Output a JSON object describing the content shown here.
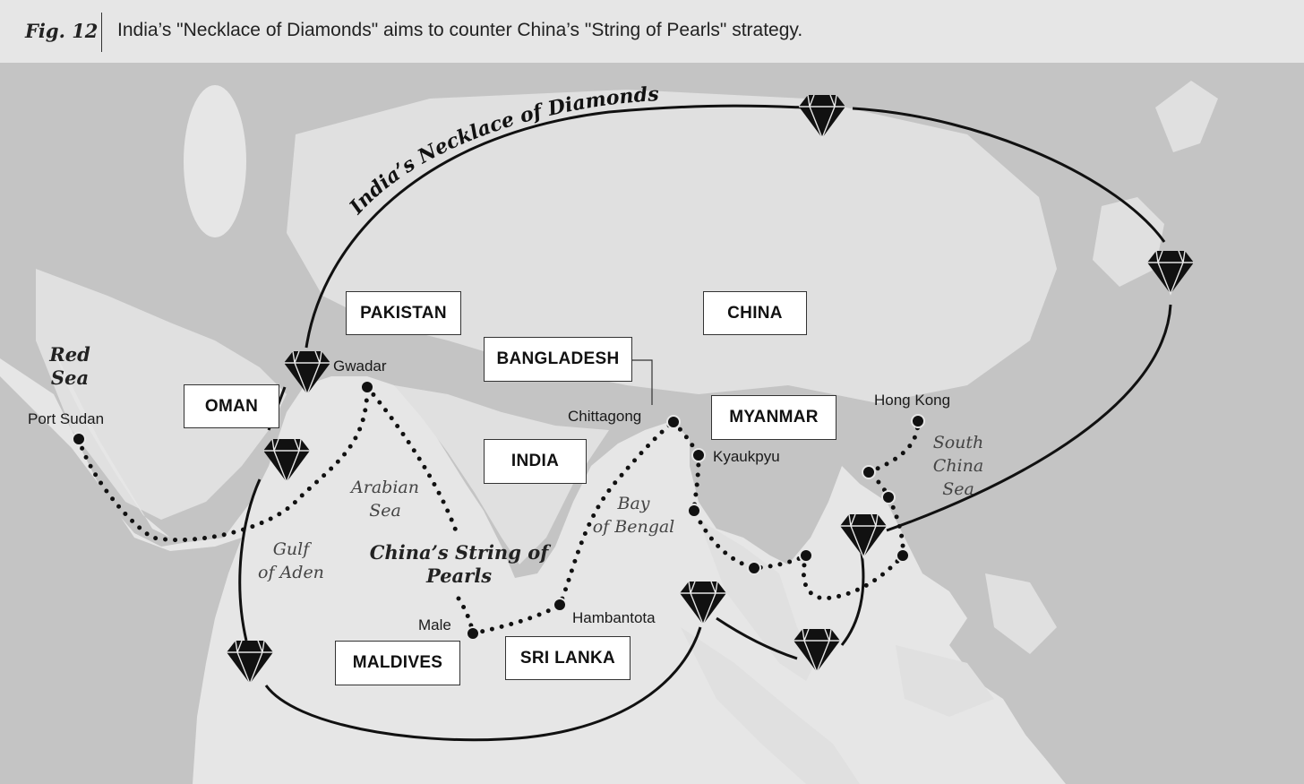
{
  "figure": {
    "label": "Fig. 12",
    "caption": "India’s \"Necklace of Diamonds\" aims to counter China’s \"String of Pearls\" strategy."
  },
  "strategies": {
    "necklace": "India’s Necklace of Diamonds",
    "pearls_line1": "China’s String of",
    "pearls_line2": "Pearls"
  },
  "countries": {
    "pakistan": "PAKISTAN",
    "china": "CHINA",
    "bangladesh": "BANGLADESH",
    "oman": "OMAN",
    "myanmar": "MYANMAR",
    "india": "INDIA",
    "maldives": "MALDIVES",
    "sri_lanka": "SRI LANKA"
  },
  "cities": {
    "gwadar": "Gwadar",
    "port_sudan": "Port Sudan",
    "chittagong": "Chittagong",
    "kyaukpyu": "Kyaukpyu",
    "hong_kong": "Hong Kong",
    "male": "Male",
    "hambantota": "Hambantota"
  },
  "seas": {
    "red_line1": "Red",
    "red_line2": "Sea",
    "arabian_line1": "Arabian",
    "arabian_line2": "Sea",
    "aden_line1": "Gulf",
    "aden_line2": "of Aden",
    "bengal_line1": "Bay",
    "bengal_line2": "of Bengal",
    "scs_line1": "South",
    "scs_line2": "China",
    "scs_line3": "Sea"
  },
  "colors": {
    "land": "#c4c4c4",
    "water": "#e6e6e6",
    "line": "#111111"
  },
  "icons": [
    "diamond-icon"
  ]
}
